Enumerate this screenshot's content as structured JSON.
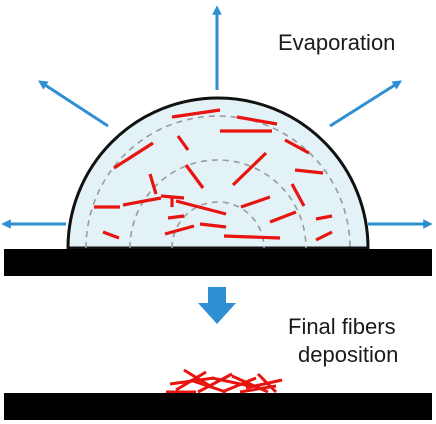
{
  "labels": {
    "evaporation": "Evaporation",
    "final_line1": "Final fibers",
    "final_line2": "deposition"
  },
  "colors": {
    "droplet_fill": "#e3f2f7",
    "droplet_outline": "#111111",
    "substrate": "#000000",
    "arrow": "#2e8fd3",
    "fiber": "#e8140f",
    "contour": "#9a9a9a"
  },
  "icons": {
    "evaporation_arrows": "arrow-icon",
    "down_arrow": "down-arrow-icon"
  }
}
